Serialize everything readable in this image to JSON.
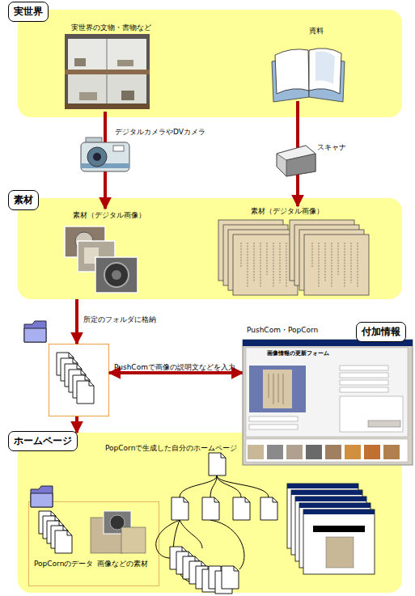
{
  "diagram": {
    "nodes": [
      {
        "text": [
          "実世界"
        ]
      },
      {
        "text": [
          "実世界の文物・書物など"
        ],
        "in": 0
      },
      {
        "text": [
          "資料"
        ],
        "in": 0
      },
      {
        "text": [
          "素材"
        ]
      },
      {
        "text": [
          "素材（デジタル画像）"
        ],
        "in": 3
      },
      {
        "text": [
          "素材（デジタル画像）"
        ],
        "in": 3
      },
      {
        "text": [
          "所定のフォルダに格納"
        ]
      },
      {
        "text": [
          "PushCom・PopCorn",
          "付加情報"
        ]
      },
      {
        "text": [
          "ホームページ"
        ]
      },
      {
        "text": [
          "PopCornのデータ",
          "画像などの素材"
        ],
        "in": 8
      }
    ],
    "edges": [
      {
        "from": 1,
        "to": 4,
        "label": "デジタルカメラやDVカメラ",
        "arrow": "to"
      },
      {
        "from": 2,
        "to": 5,
        "label": "スキャナ",
        "arrow": "to"
      },
      {
        "from": 3,
        "to": 6,
        "arrow": "to"
      },
      {
        "from": 6,
        "to": 7,
        "label": "PushComで画像の説明文などを入力",
        "arrow": "both"
      },
      {
        "from": 6,
        "to": 8,
        "arrow": "to"
      }
    ],
    "labels": [
      "PopCornで生成した自分のホームページ",
      "画像情報の更新フォーム"
    ]
  }
}
